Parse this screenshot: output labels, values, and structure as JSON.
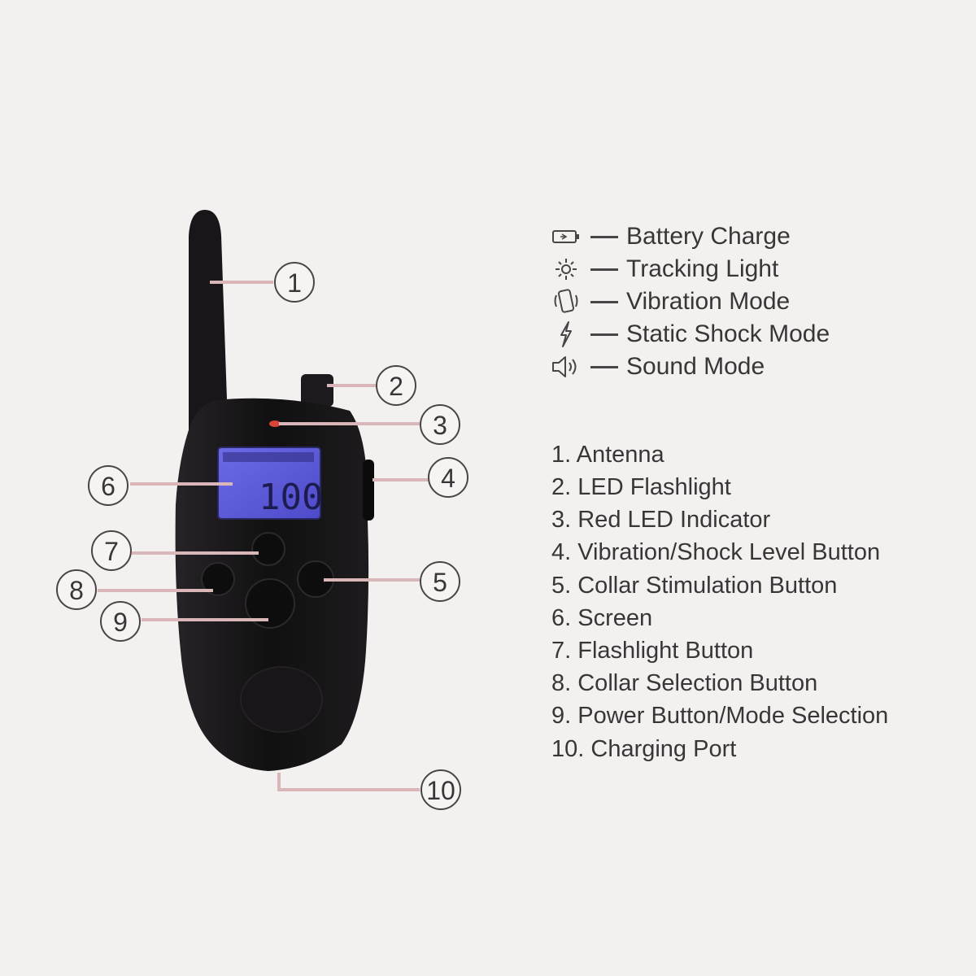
{
  "legend": [
    {
      "icon": "battery-icon",
      "label": "Battery Charge"
    },
    {
      "icon": "sun-icon",
      "label": "Tracking Light"
    },
    {
      "icon": "vibration-icon",
      "label": "Vibration Mode"
    },
    {
      "icon": "lightning-icon",
      "label": "Static Shock Mode"
    },
    {
      "icon": "speaker-icon",
      "label": "Sound Mode"
    }
  ],
  "parts": [
    "1. Antenna",
    "2. LED Flashlight",
    "3. Red LED Indicator",
    "4. Vibration/Shock Level Button",
    "5. Collar Stimulation Button",
    "6. Screen",
    "7. Flashlight Button",
    "8. Collar Selection Button",
    "9. Power Button/Mode Selection",
    "10. Charging Port"
  ],
  "callouts": [
    "1",
    "2",
    "3",
    "4",
    "5",
    "6",
    "7",
    "8",
    "9",
    "10"
  ],
  "screen_reading": "100",
  "colors": {
    "device_body": "#141214",
    "screen": "#5b59d8",
    "leader_line": "#d9b6b8",
    "indicator_led": "#d8443a",
    "text": "#3a3537"
  }
}
